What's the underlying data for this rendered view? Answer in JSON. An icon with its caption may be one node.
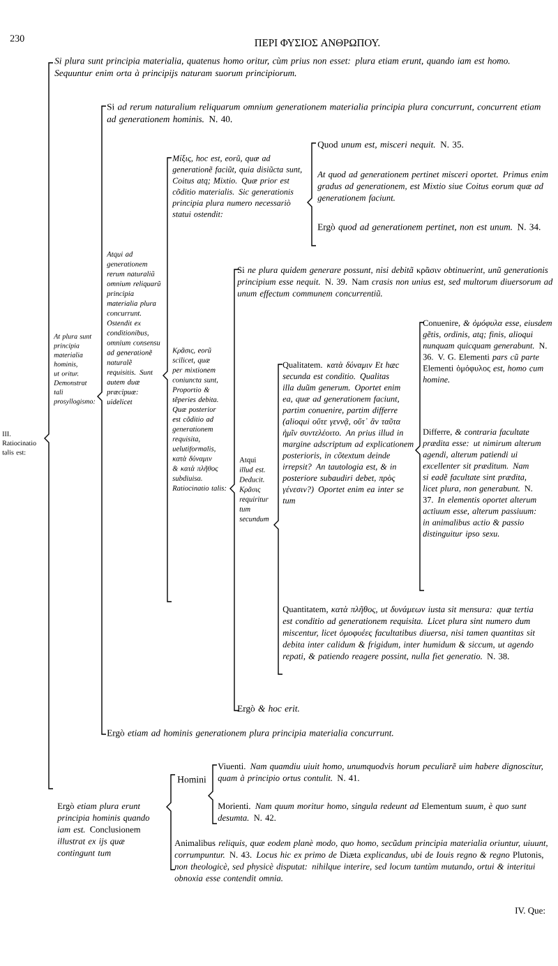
{
  "diagram": {
    "title": "ΠΕΡΙ ΦΥΣΙΟΣ ΑΝΘΡΩΠΟΥ.",
    "labels": [
      "230",
      "Si plura sunt principia materialia, quatenus homo oritur, cùm prius non esset: plura etiam erunt, quando iam est homo. Sequuntur enim orta à principijs naturam suorum principiorum.",
      "Si *ad rerum naturalium reliquarum omnium generationem materialia principia plura concurrunt, concurrent etiam ad generationem hominis.* N. 40.",
      "Quod *unum est, misceri nequit.* N. 35.",
      "Μίξις, hoc est, eorũ, quæ ad generationẽ faciũt, quia disiũcta sunt, Coitus atq; Mixtio. Quæ prior est cõditio materialis. Sic generationis principia plura numero necessariò statui ostendit:",
      "At quod ad generationem pertinet misceri oportet. Primus enim gradus ad generationem, est Mixtio siue Coitus eorum quæ ad generationem faciunt.",
      "Ergò *quod ad generationem pertinet, non est unum.* N. 34.",
      "Atqui ad generationem rerum naturaliũ omnium reliquarũ principia materialia plura concurrunt. Ostendit ex conditionibus, omnium consensu ad generationẽ naturalẽ requisitis. Sunt autem duæ præcipuæ: uidelicet",
      "Si *ne plura quidem generare possunt, nisi debitã* κρᾶσιν *obtinuerint, unũ generationis principium esse nequit.* N. 39. Nam *crasis non unius est, sed multorum diuersorum ad unum effectum communem concurrentiũ.*",
      "Conuenire, *& ὁμόφυλα esse, eiusdem gẽtis, ordinis, atq; finis, alioqui nunquam quicquam generabunt.* N. 36. V. G. Elementi *pars cũ parte* Elementi ὁμόφυλος *est, homo cum homine.*",
      "At plura sunt principia materialia hominis, ut oritur. Demonstrat tali prosyllogismo:",
      "Κρᾶσις, eorũ scilicet, quæ per mixtionem coniuncta sunt, Proportio & tẽperies debita. Quæ posterior est cõditio ad generationem requisita, uelutiformalis, κατὰ δύναμιν & κατὰ πλῆθος subdiuisa. Ratiocinatio talis:",
      "Qualitatem. *κατὰ δύναμιν Et hæc secunda est conditio. Qualitas illa duũm generum. Oportet enim ea, quæ ad generationem faciunt, partim conuenire, partim differre (alioqui οὔτε γεννᾷ, οὔτ᾽ ἂν ταῦτα ἡμῖν συντελέοιτο. An prius illud in margine adscriptum ad explicationem posterioris, in cõtextum deinde irrepsit? An tautologia est, & in posteriore subaudiri debet, πρὸς γένεσιν?) Oportet enim ea inter se tum*",
      "Differre, *& contraria facultate prædita esse: ut nimirum alterum agendi, alterum patiendi ui excellenter sit præditum. Nam si eadẽ facultate sint prædita, licet plura, non generabunt.* N. 37. *In elementis oportet alterum actiuum esse, alterum passiuum: in animalibus actio & passio distinguitur ipso sexu.*",
      "III. Ratiocinatio talis est:",
      "Atqui *illud est. Deducit. Κρᾶσις requiritur tum secundum*",
      "Quantitatem, *κατὰ πλῆθος, ut δυνάμεων iusta sit mensura: quæ tertia est conditio ad generationem requisita. Licet plura sint numero dum miscentur, licet ὁμοφυέες facultatibus diuersa, nisi tamen quantitas sit debita inter calidum & frigidum, inter humidum & siccum, ut agendo repati, & patiendo reagere possint, nulla fiet generatio.* N. 38.",
      "Ergò *& hoc erit.*",
      "Ergò *etiam ad hominis generationem plura principia materialia concurrunt.*",
      "Viuenti. *Nam quamdiu uiuit homo, unumquodvis horum peculiarẽ uim habere dignoscitur, quam à principio ortus contulit.* N. 41.",
      "Homini",
      "Ergò *etiam plura erunt principia hominis quando iam est.* Conclusionem *illustrat ex ijs quæ contingunt tum*",
      "Morienti. *Nam quum moritur homo, singula redeunt ad* Elementum *suum, è quo sunt desumta.* N. 42.",
      "Animalibus *reliquis, quæ eodem planè modo, quo homo, secũdum principia materialia oriuntur, uiuunt, corrumpuntur.* N. 43. *Locus hic ex primo de* Diæta *explicandus, ubi de Iouis regno & regno* Plutonis, *non theologicè, sed physicè disputat: nihilque interire, sed locum tantùm mutando, ortui & interitui obnoxia esse contendit omnia.*",
      "IV. Que:"
    ]
  }
}
